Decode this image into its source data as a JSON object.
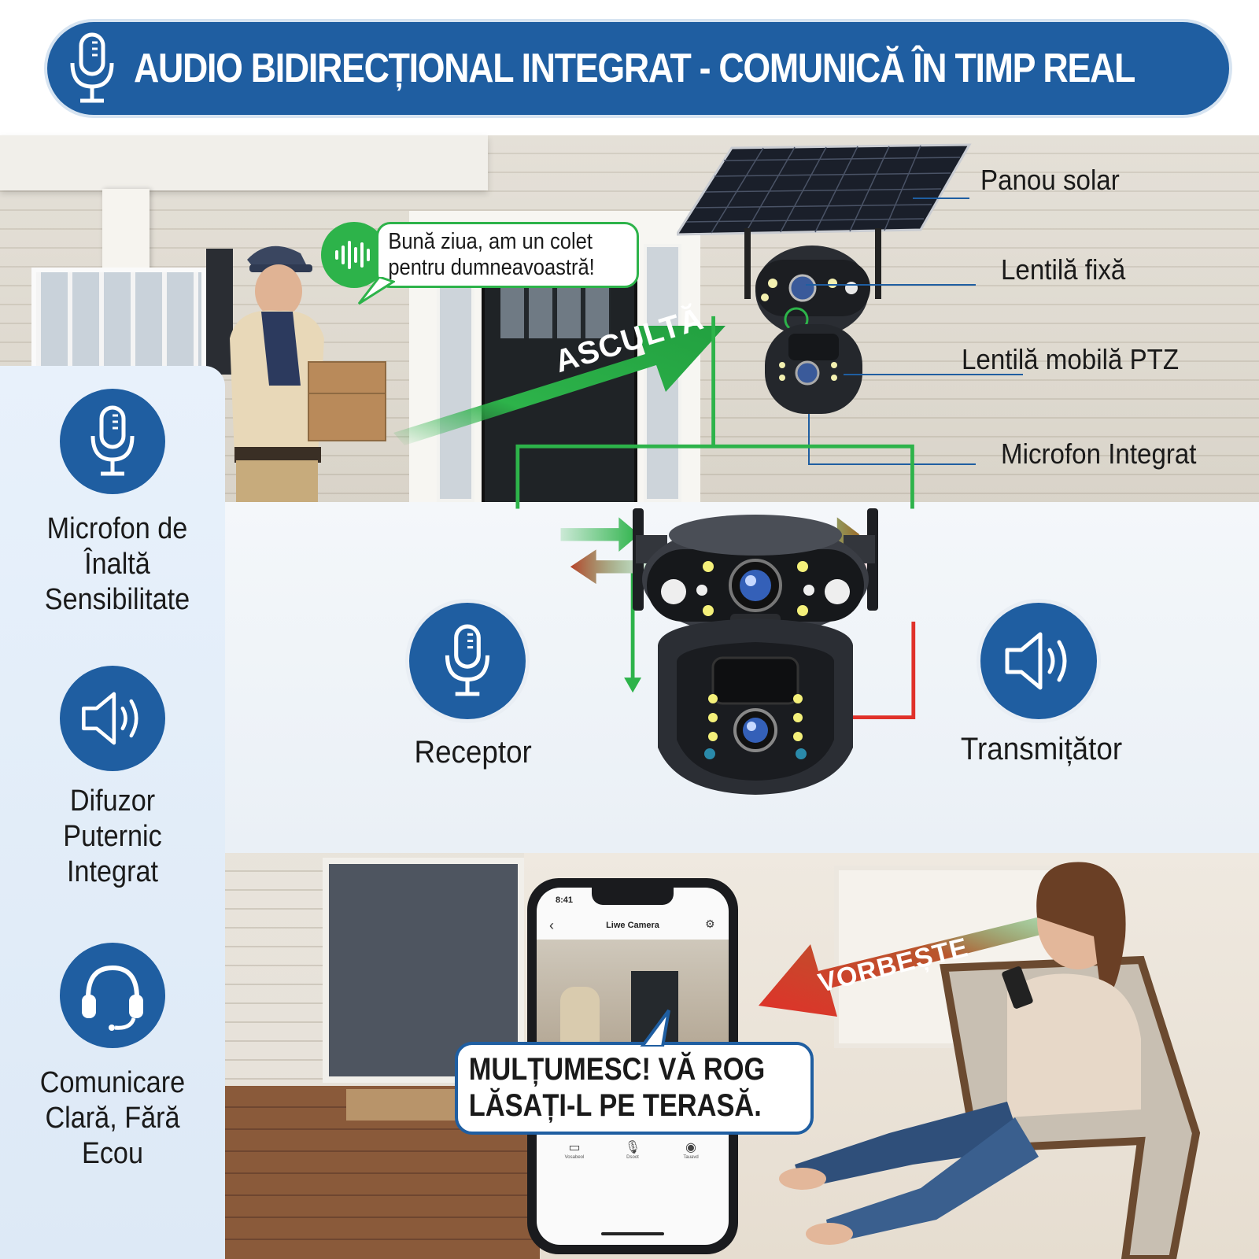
{
  "header": {
    "title": "AUDIO BIDIRECȚIONAL INTEGRAT - COMUNICĂ ÎN TIMP REAL",
    "icon": "microphone-icon"
  },
  "top_scene": {
    "speech_bubble": "Bună ziua, am un colet pentru dumneavoastră!",
    "arrow_label": "ASCULTĂ",
    "callouts": {
      "solar_panel": "Panou solar",
      "fixed_lens": "Lentilă fixă",
      "ptz_lens": "Lentilă mobilă PTZ",
      "microphone": "Microfon Integrat"
    }
  },
  "features": [
    {
      "icon": "microphone-icon",
      "label": "Microfon de Înaltă Sensibilitate"
    },
    {
      "icon": "speaker-icon",
      "label": "Difuzor Puternic Integrat"
    },
    {
      "icon": "headset-icon",
      "label": "Comunicare Clară, Fără Ecou"
    }
  ],
  "flow": {
    "receiver_label": "Receptor",
    "transmitter_label": "Transmițător"
  },
  "bottom_scene": {
    "arrow_label": "VORBEȘTE",
    "reply_bubble": "MULȚUMESC! VĂ ROG LĂSAȚI-L PE TERASĂ.",
    "phone": {
      "time": "8:41",
      "screen_title": "Liwe Camera",
      "bottom_buttons": [
        "Vosabeol",
        "Dsoot",
        "Tauavd"
      ]
    }
  },
  "colors": {
    "brand_blue": "#1f5ea1",
    "flow_green": "#2db34a",
    "flow_red": "#e0312a"
  }
}
